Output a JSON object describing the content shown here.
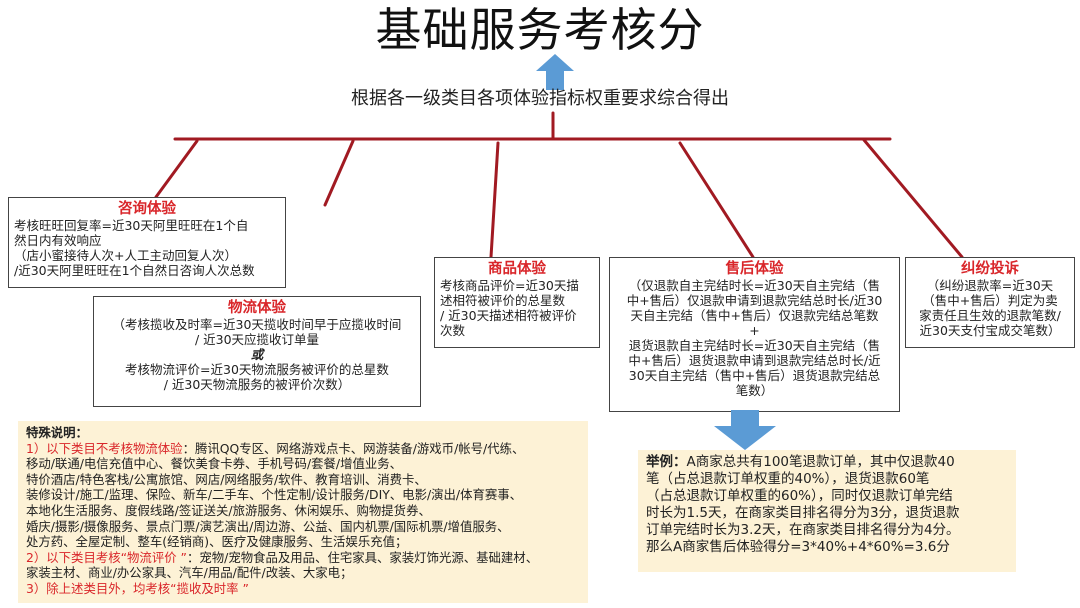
{
  "title": "基础服务考核分",
  "subtitle": "根据各一级类目各项体验指标权重要求综合得出",
  "colors": {
    "accent_red": "#d9262a",
    "line_red": "#a11a22",
    "arrow_blue": "#5b9bd5",
    "note_bg": "#fdf2d6"
  },
  "boxes": {
    "consult": {
      "heading": "咨询体验",
      "lines": [
        "考核旺旺回复率=近30天阿里旺旺在1个自",
        "然日内有效响应",
        "（店小蜜接待人次+人工主动回复人次）",
        "/近30天阿里旺旺在1个自然日咨询人次总数"
      ]
    },
    "logistics": {
      "heading": "物流体验",
      "lines": [
        "（考核揽收及时率=近30天揽收时间早于应揽收时间",
        "/ 近30天应揽收订单量"
      ],
      "or": "或",
      "lines2": [
        "考核物流评价=近30天物流服务被评价的总星数",
        "/ 近30天物流服务的被评价次数）"
      ]
    },
    "product": {
      "heading": "商品体验",
      "lines": [
        "考核商品评价=近30天描",
        "述相符被评价的总星数",
        "/ 近30天描述相符被评价",
        "次数"
      ]
    },
    "aftersale": {
      "heading": "售后体验",
      "lines": [
        "（仅退款自主完结时长=近30天自主完结（售",
        "中+售后）仅退款申请到退款完结总时长/近30",
        "天自主完结（售中+售后）仅退款完结总笔数",
        "+",
        "退货退款自主完结时长=近30天自主完结（售",
        "中+售后）退货退款申请到退款完结总时长/近",
        "30天自主完结（售中+售后）退货退款完结总",
        "笔数）"
      ]
    },
    "dispute": {
      "heading": "纠纷投诉",
      "lines": [
        "（纠纷退款率=近30天",
        "（售中+售后）判定为卖",
        "家责任且生效的退款笔数/",
        "近30天支付宝成交笔数）"
      ]
    }
  },
  "special_note": {
    "heading": "特殊说明：",
    "item1_label": "1）以下类目不考核物流体验",
    "item1_text": "：腾讯QQ专区、网络游戏点卡、网游装备/游戏币/帐号/代练、",
    "item1_lines": [
      "移动/联通/电信充值中心、餐饮美食卡券、手机号码/套餐/增值业务、",
      "特价酒店/特色客栈/公寓旅馆、网店/网络服务/软件、教育培训、消费卡、",
      "装修设计/施工/监理、保险、新车/二手车、个性定制/设计服务/DIY、电影/演出/体育赛事、",
      "本地化生活服务、度假线路/签证送关/旅游服务、休闲娱乐、购物提货券、",
      "婚庆/摄影/摄像服务、景点门票/演艺演出/周边游、公益、国内机票/国际机票/增值服务、",
      "处方药、全屋定制、整车(经销商)、医疗及健康服务、生活娱乐充值；"
    ],
    "item2_label": "2）以下类目考核“物流评价 ”",
    "item2_text": "：宠物/宠物食品及用品、住宅家具、家装灯饰光源、基础建材、",
    "item2_lines": [
      "家装主材、商业/办公家具、汽车/用品/配件/改装、大家电；"
    ],
    "item3_label": "3）除上述类目外，均考核“揽收及时率 ”"
  },
  "example": {
    "label": "举例：",
    "lines": [
      "A商家总共有100笔退款订单，其中仅退款40",
      "笔（占总退款订单权重的40%），退货退款60笔",
      "（占总退款订单权重的60%），同时仅退款订单完结",
      "时长为1.5天，在商家类目排名得分为3分，退货退款",
      "订单完结时长为3.2天，在商家类目排名得分为4分。",
      "那么A商家售后体验得分=3*40%+4*60%=3.6分"
    ]
  }
}
